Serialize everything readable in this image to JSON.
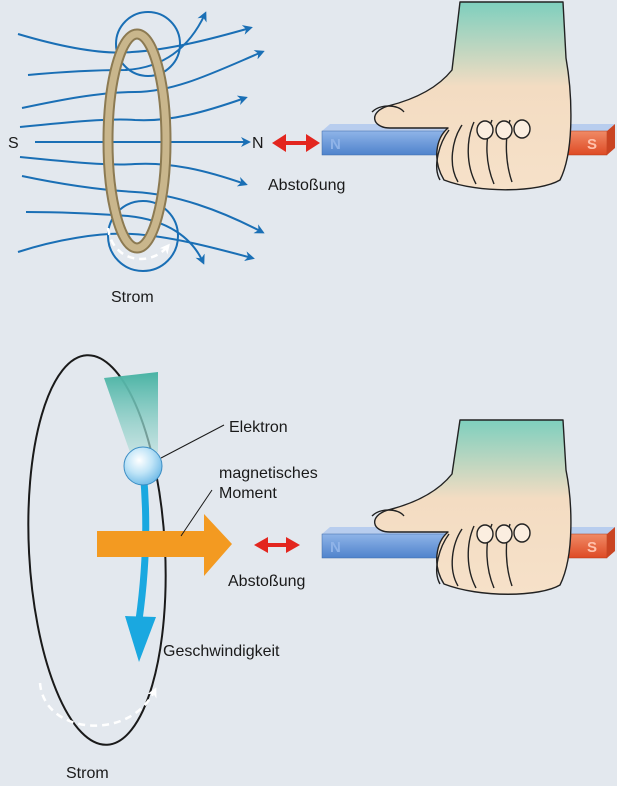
{
  "top_panel": {
    "south_label": "S",
    "north_label": "N",
    "repulsion_label": "Abstoßung",
    "current_label": "Strom",
    "magnet": {
      "north_label": "N",
      "south_label": "S"
    }
  },
  "bottom_panel": {
    "electron_label": "Elektron",
    "moment_label_line1": "magnetisches",
    "moment_label_line2": "Moment",
    "repulsion_label": "Abstoßung",
    "velocity_label": "Geschwindigkeit",
    "current_label": "Strom",
    "magnet": {
      "north_label": "N",
      "south_label": "S"
    }
  },
  "colors": {
    "background": "#e3e8ee",
    "field_lines": "#1a6fb5",
    "repulsion_arrow": "#e3261f",
    "magnet_north": "#5b8fd6",
    "magnet_south": "#e8542e",
    "moment_arrow": "#f39a21",
    "velocity_arrow": "#1aa8e0",
    "loop": "#b8a47a"
  }
}
